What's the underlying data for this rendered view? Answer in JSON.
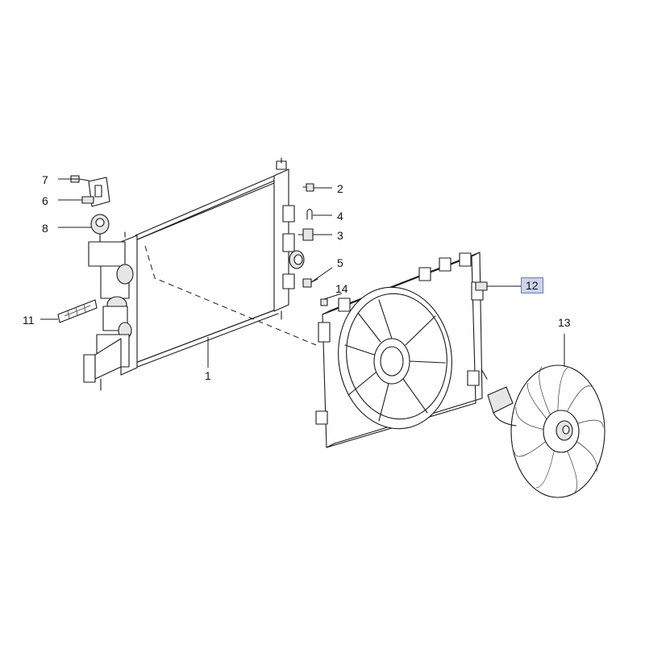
{
  "callouts": [
    {
      "id": "1",
      "label": "1"
    },
    {
      "id": "2",
      "label": "2"
    },
    {
      "id": "3",
      "label": "3"
    },
    {
      "id": "4",
      "label": "4"
    },
    {
      "id": "5",
      "label": "5"
    },
    {
      "id": "6",
      "label": "6"
    },
    {
      "id": "7",
      "label": "7"
    },
    {
      "id": "8",
      "label": "8"
    },
    {
      "id": "11",
      "label": "11"
    },
    {
      "id": "12",
      "label": "12",
      "highlighted": true
    },
    {
      "id": "13",
      "label": "13"
    },
    {
      "id": "14",
      "label": "14"
    }
  ],
  "colors": {
    "line": "#1a1a1a",
    "highlight_fill": "#c9d3ea",
    "highlight_border": "#6b7db3"
  }
}
